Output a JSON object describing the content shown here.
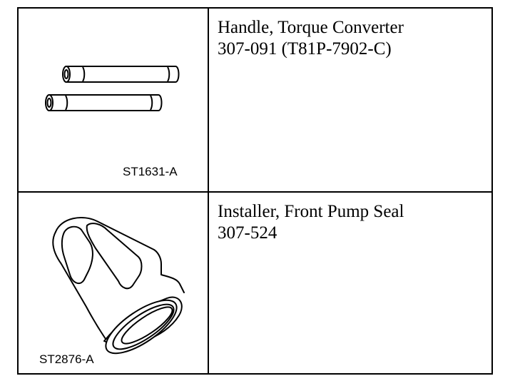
{
  "tools": [
    {
      "name": "Handle, Torque Converter",
      "number": "307-091 (T81P-7902-C)",
      "figure_id": "ST1631-A",
      "illustration": "torque-converter-handle-illustration"
    },
    {
      "name": "Installer, Front Pump Seal",
      "number": "307-524",
      "figure_id": "ST2876-A",
      "illustration": "front-pump-seal-installer-illustration"
    }
  ]
}
